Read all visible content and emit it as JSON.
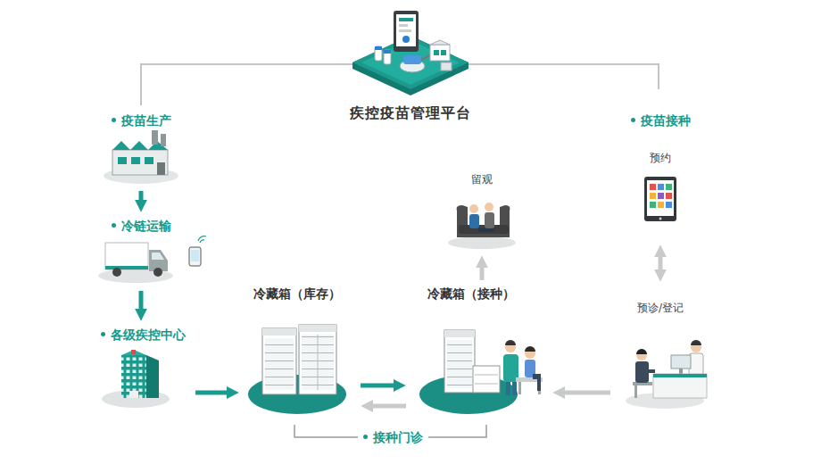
{
  "diagram": {
    "title": "疾控疫苗管理平台",
    "nodes": [
      {
        "text": [
          "疫苗生产"
        ]
      },
      {
        "text": [
          "冷链运输"
        ]
      },
      {
        "text": [
          "各级疾控中心"
        ]
      },
      {
        "text": [
          "冷藏箱（库存）"
        ]
      },
      {
        "text": [
          "冷藏箱（接种）"
        ]
      },
      {
        "text": [
          "留观"
        ]
      },
      {
        "text": [
          "预诊/登记"
        ]
      },
      {
        "text": [
          "预约"
        ]
      }
    ],
    "edges": [
      {
        "from": 0,
        "to": 1,
        "arrow": "to"
      },
      {
        "from": 1,
        "to": 2,
        "arrow": "to"
      },
      {
        "from": 2,
        "to": 3,
        "arrow": "to"
      },
      {
        "from": 3,
        "to": 4,
        "arrow": "to"
      },
      {
        "from": 4,
        "to": 3,
        "arrow": "to"
      },
      {
        "from": 4,
        "to": 5,
        "arrow": "to"
      },
      {
        "from": 6,
        "to": 4,
        "arrow": "to"
      },
      {
        "from": 7,
        "to": 6,
        "arrow": "both"
      }
    ],
    "labels": [
      "疫苗接种",
      "接种门诊"
    ]
  }
}
